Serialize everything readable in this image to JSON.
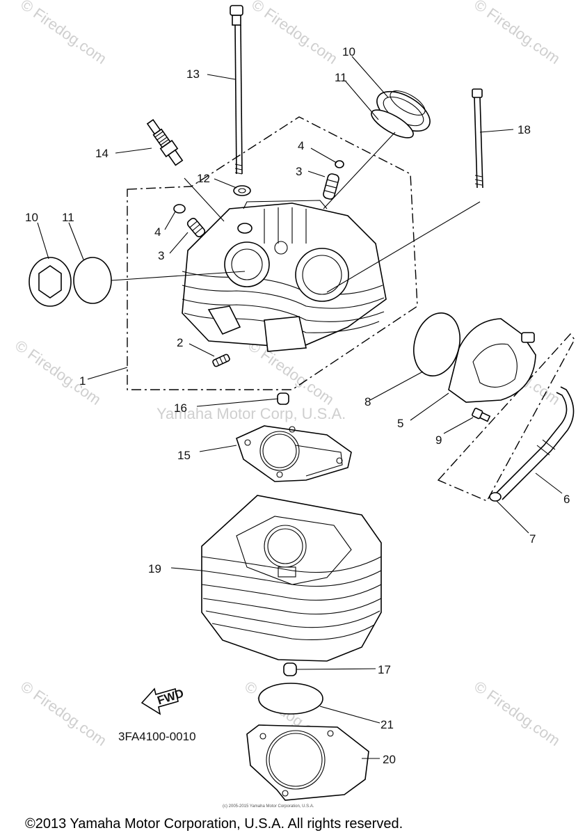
{
  "watermarks": [
    "© Firedog.com",
    "© Firedog.com",
    "© Firedog.com",
    "© Firedog.com",
    "© Firedog.com",
    "© Firedog.com",
    "© Firedog.com",
    "© Firedog.com",
    "© Firedog.com"
  ],
  "center_watermark": "Yamaha Motor Corp, U.S.A.",
  "labels": {
    "l1": "1",
    "l2": "2",
    "l3a": "3",
    "l3b": "3",
    "l4a": "4",
    "l4b": "4",
    "l5": "5",
    "l6": "6",
    "l7": "7",
    "l8": "8",
    "l9": "9",
    "l10a": "10",
    "l10b": "10",
    "l11a": "11",
    "l11b": "11",
    "l12": "12",
    "l13": "13",
    "l14": "14",
    "l15": "15",
    "l16": "16",
    "l17": "17",
    "l18": "18",
    "l19": "19",
    "l20": "20",
    "l21": "21"
  },
  "fwd_label": "FWD",
  "diagram_code": "3FA4100-0010",
  "small_copyright": "(c) 2005-2015 Yamaha Motor Corporation, U.S.A.",
  "footer": "©2013 Yamaha Motor Corporation, U.S.A. All rights reserved."
}
